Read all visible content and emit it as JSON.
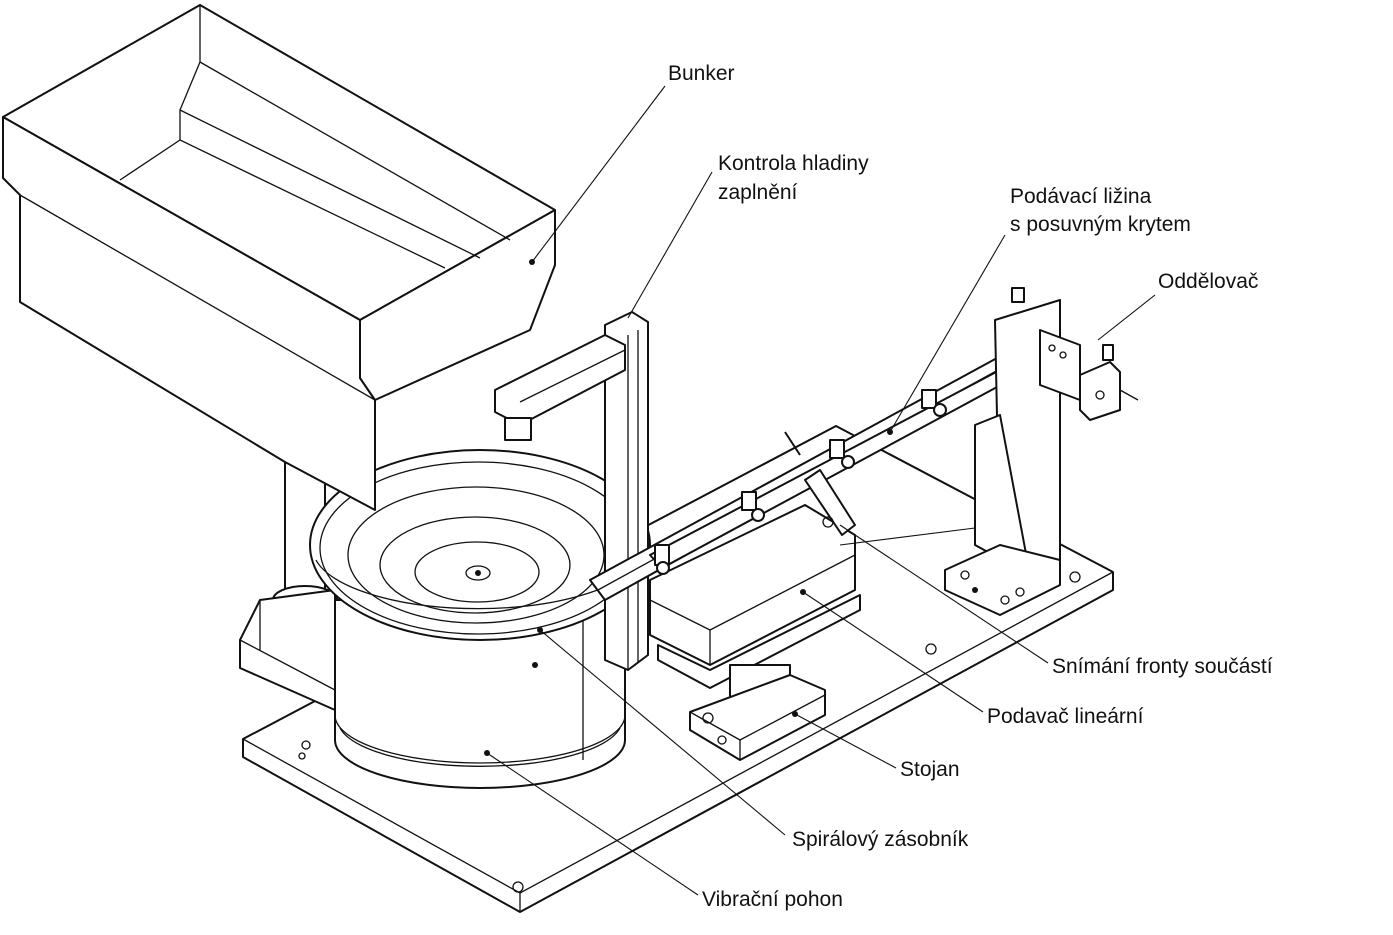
{
  "labels": {
    "bunker": "Bunker",
    "kontrola_line1": "Kontrola hladiny",
    "kontrola_line2": "zaplnění",
    "podavaci_line1": "Podávací ližina",
    "podavaci_line2": "s posuvným krytem",
    "oddelovac": "Oddělovač",
    "snimani": "Snímání fronty součástí",
    "podavac": "Podavač lineární",
    "stojan": "Stojan",
    "spiralovy": "Spirálový zásobník",
    "vibracni": "Vibrační pohon"
  }
}
